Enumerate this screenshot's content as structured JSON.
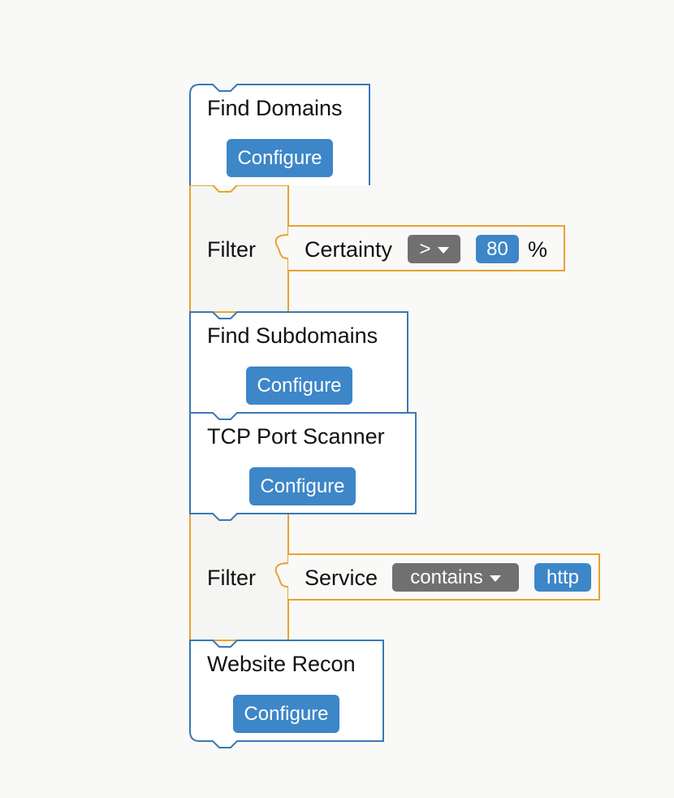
{
  "colors": {
    "module_border": "#3a78b5",
    "filter_border": "#e9a232",
    "filter_fill": "#f5f5f3",
    "button": "#3d86c8",
    "dropdown": "#707070",
    "background": "#f9f9f7"
  },
  "blocks": [
    {
      "type": "module",
      "title": "Find Domains",
      "button": "Configure"
    },
    {
      "type": "filter",
      "title": "Filter",
      "field": "Certainty",
      "operator": ">",
      "value": "80",
      "unit": "%"
    },
    {
      "type": "module",
      "title": "Find Subdomains",
      "button": "Configure"
    },
    {
      "type": "module",
      "title": "TCP Port Scanner",
      "button": "Configure"
    },
    {
      "type": "filter",
      "title": "Filter",
      "field": "Service",
      "operator": "contains",
      "value": "http"
    },
    {
      "type": "module",
      "title": "Website Recon",
      "button": "Configure"
    }
  ]
}
